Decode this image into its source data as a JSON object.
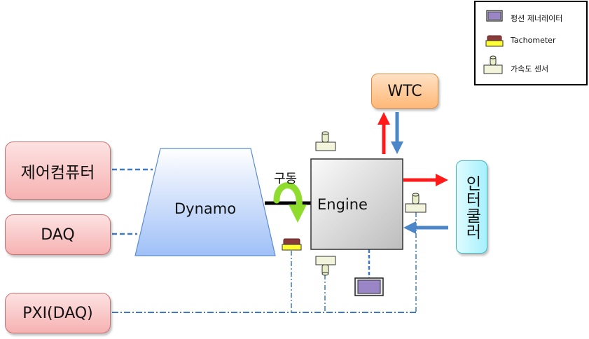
{
  "blocks": {
    "control_computer": "제어컴퓨터",
    "daq": "DAQ",
    "pxi": "PXI(DAQ)",
    "dynamo": "Dynamo",
    "engine": "Engine",
    "wtc": "WTC",
    "intercooler": "인터쿨러",
    "drive": "구동"
  },
  "legend": {
    "items": [
      {
        "label": "펑션 제너레이터",
        "icon": "function-generator-icon"
      },
      {
        "label": "Tachometer",
        "icon": "tachometer-icon"
      },
      {
        "label": "가속도 센서",
        "icon": "accelerometer-icon"
      }
    ]
  },
  "colors": {
    "signal_line": "#3f78c3",
    "hot_arrow": "#ff1a1a",
    "cold_arrow": "#4a86c8",
    "rotation_arrow": "#8fdc2e",
    "dynamo_fill": "#9fc0f7"
  }
}
